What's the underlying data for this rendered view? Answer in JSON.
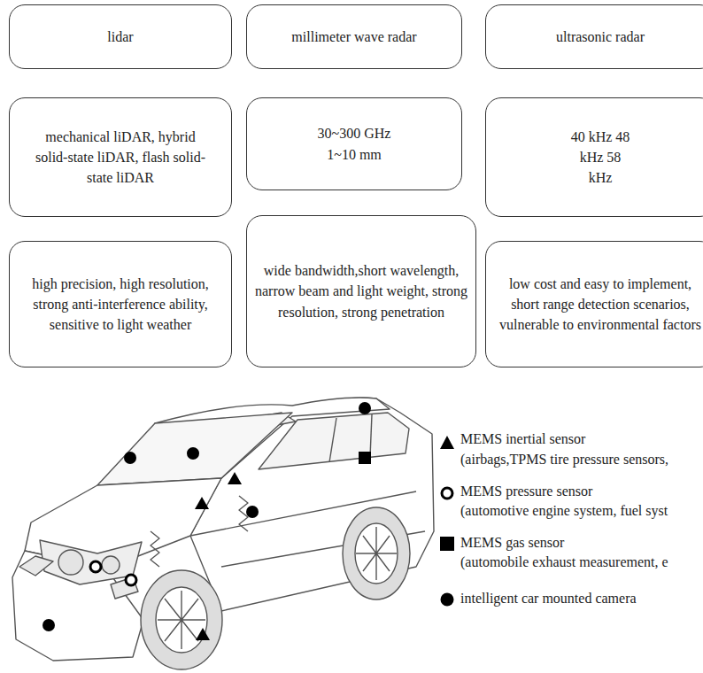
{
  "diagram": {
    "nodes": [
      {
        "text": [
          "lidar"
        ]
      },
      {
        "text": [
          "millimeter wave radar"
        ]
      },
      {
        "text": [
          "ultrasonic radar"
        ]
      },
      {
        "text": [
          "mechanical liDAR, hybrid solid-state liDAR, flash solid-state liDAR"
        ]
      },
      {
        "text": [
          "30~300 GHz 1~10 mm"
        ]
      },
      {
        "text": [
          "40 kHz 48 kHz 58 kHz"
        ]
      },
      {
        "text": [
          "high precision, high resolution, strong anti-interference ability, sensitive to light weather"
        ]
      },
      {
        "text": [
          "wide bandwidth,short wavelength, narrow beam and light weight, strong resolution, strong penetration"
        ]
      },
      {
        "text": [
          "low cost and easy to implement, short range detection scenarios, vulnerable to environmental factors"
        ]
      }
    ],
    "labels": [
      "(airbags,TPMS tire pressure sensors,",
      "(automotive engine system, fuel syst",
      "(automobile exhaust measurement, e"
    ],
    "legend": [
      {
        "text": "MEMS inertial sensor"
      },
      {
        "text": "MEMS pressure sensor"
      },
      {
        "text": "MEMS gas sensor"
      },
      {
        "text": "intelligent car mounted camera"
      }
    ]
  }
}
